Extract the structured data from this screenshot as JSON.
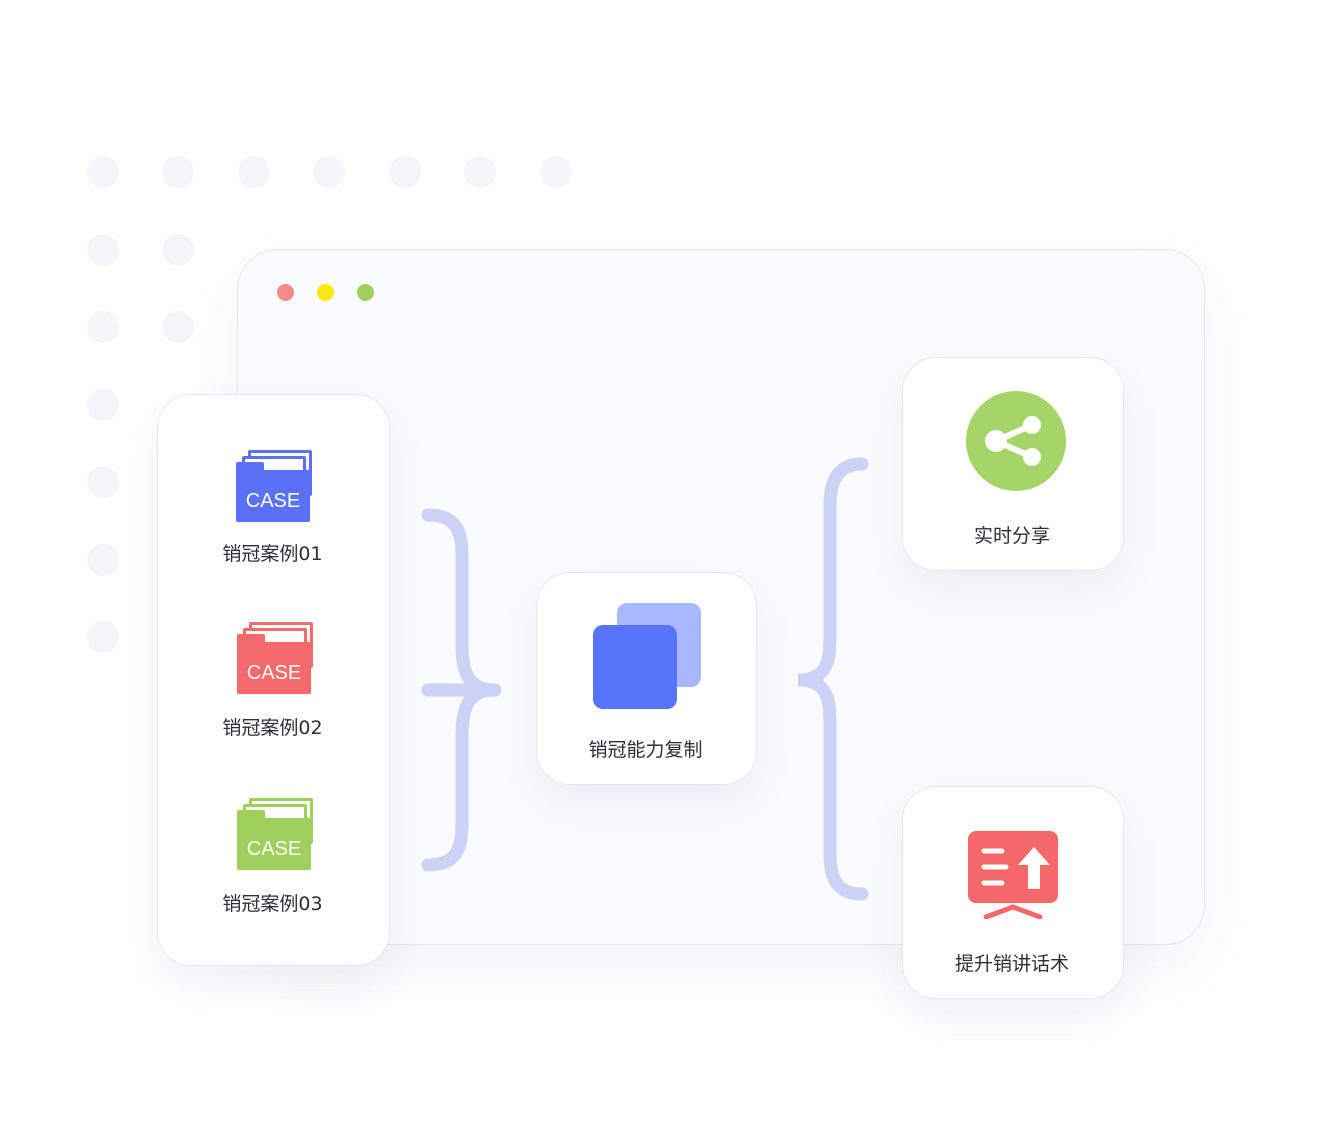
{
  "cases": [
    {
      "label": "销冠案例01",
      "badge": "CASE",
      "color": "#5a71f7",
      "sheet": "#7f90f9"
    },
    {
      "label": "销冠案例02",
      "badge": "CASE",
      "color": "#f56b6c",
      "sheet": "#f79394"
    },
    {
      "label": "销冠案例03",
      "badge": "CASE",
      "color": "#9fd05d",
      "sheet": "#b8dd87"
    }
  ],
  "center": {
    "label": "销冠能力复制",
    "icon": "copy-icon",
    "color": "#5774fb"
  },
  "outputs": [
    {
      "label": "实时分享",
      "icon": "share-icon",
      "color": "#a5d569"
    },
    {
      "label": "提升销讲话术",
      "icon": "presentation-icon",
      "color": "#f46869"
    }
  ],
  "colors": {
    "bracket": "#cbd2f6",
    "close": "#f48b8b",
    "minimize": "#fbe80c",
    "maximize": "#9fd05d"
  }
}
